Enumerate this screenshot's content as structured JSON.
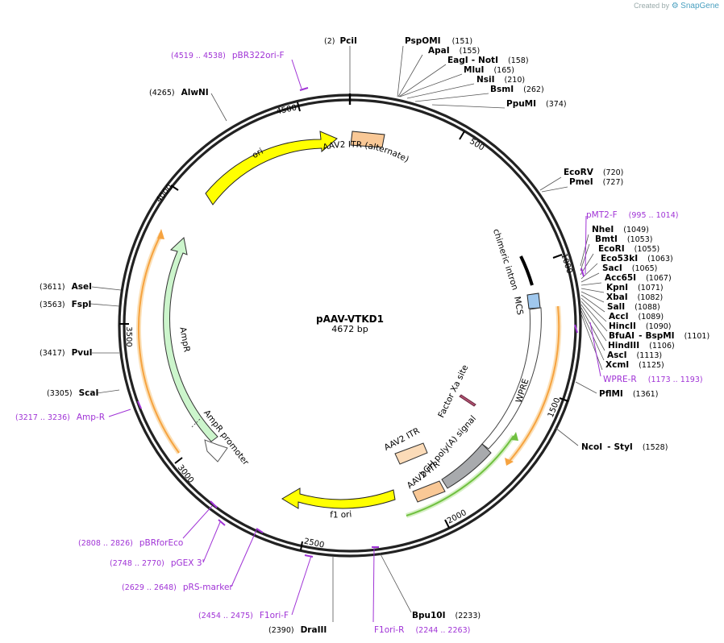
{
  "credit": {
    "prefix": "Created by",
    "brand": "SnapGene"
  },
  "plasmid": {
    "name": "pAAV-VTKD1",
    "size_label": "4672 bp",
    "length": 4672
  },
  "ticks": [
    "500",
    "1000",
    "1500",
    "2000",
    "2500",
    "3000",
    "3500",
    "4000",
    "4500"
  ],
  "enzymes": [
    {
      "name": "PciI",
      "pos": "(2)"
    },
    {
      "name": "PspOMI",
      "pos": "(151)"
    },
    {
      "name": "ApaI",
      "pos": "(155)"
    },
    {
      "name": "EagI",
      "name2": "NotI",
      "pos": "(158)"
    },
    {
      "name": "MluI",
      "pos": "(165)"
    },
    {
      "name": "NsiI",
      "pos": "(210)"
    },
    {
      "name": "BsmI",
      "pos": "(262)"
    },
    {
      "name": "PpuMI",
      "pos": "(374)"
    },
    {
      "name": "EcoRV",
      "pos": "(720)"
    },
    {
      "name": "PmeI",
      "pos": "(727)"
    },
    {
      "name": "NheI",
      "pos": "(1049)"
    },
    {
      "name": "BmtI",
      "pos": "(1053)"
    },
    {
      "name": "EcoRI",
      "pos": "(1055)"
    },
    {
      "name": "Eco53kI",
      "pos": "(1063)"
    },
    {
      "name": "SacI",
      "pos": "(1065)"
    },
    {
      "name": "Acc65I",
      "pos": "(1067)"
    },
    {
      "name": "KpnI",
      "pos": "(1071)"
    },
    {
      "name": "XbaI",
      "pos": "(1082)"
    },
    {
      "name": "SalI",
      "pos": "(1088)"
    },
    {
      "name": "AccI",
      "pos": "(1089)"
    },
    {
      "name": "HincII",
      "pos": "(1090)"
    },
    {
      "name": "BfuAI",
      "name2": "BspMI",
      "pos": "(1101)"
    },
    {
      "name": "HindIII",
      "pos": "(1106)"
    },
    {
      "name": "AscI",
      "pos": "(1113)"
    },
    {
      "name": "XcmI",
      "pos": "(1125)"
    },
    {
      "name": "PflMI",
      "pos": "(1361)"
    },
    {
      "name": "NcoI",
      "name2": "StyI",
      "pos": "(1528)"
    },
    {
      "name": "Bpu10I",
      "pos": "(2233)"
    },
    {
      "name": "DraIII",
      "pos": "(2390)"
    },
    {
      "name": "ScaI",
      "pos": "(3305)"
    },
    {
      "name": "PvuI",
      "pos": "(3417)"
    },
    {
      "name": "FspI",
      "pos": "(3563)"
    },
    {
      "name": "AseI",
      "pos": "(3611)"
    },
    {
      "name": "AlwNI",
      "pos": "(4265)"
    }
  ],
  "primers": [
    {
      "name": "pBR322ori-F",
      "range": "(4519 .. 4538)"
    },
    {
      "name": "pMT2-F",
      "range": "(995 .. 1014)"
    },
    {
      "name": "WPRE-R",
      "range": "(1173 .. 1193)"
    },
    {
      "name": "Amp-R",
      "range": "(3217 .. 3236)"
    },
    {
      "name": "pBRforEco",
      "range": "(2808 .. 2826)"
    },
    {
      "name": "pGEX 3'",
      "range": "(2748 .. 2770)"
    },
    {
      "name": "pRS-marker",
      "range": "(2629 .. 2648)"
    },
    {
      "name": "F1ori-F",
      "range": "(2454 .. 2475)"
    },
    {
      "name": "F1ori-R",
      "range": "(2244 .. 2263)"
    }
  ],
  "features": [
    {
      "name": "AAV2 ITR (alternate)",
      "color": "#f9c896"
    },
    {
      "name": "ori",
      "color": "#ffff00"
    },
    {
      "name": "chimeric intron",
      "color": "#000000"
    },
    {
      "name": "MCS",
      "color": "#a0c8ee"
    },
    {
      "name": "WPRE",
      "color": "#ffffff"
    },
    {
      "name": "Factor Xa site",
      "color": "#b05070"
    },
    {
      "name": "bGH poly(A) signal",
      "color": "#a8aaad"
    },
    {
      "name": "AAV2 ITR",
      "color": "#f9c896"
    },
    {
      "name": "AAV2 ITR",
      "color": "#fbdbb8"
    },
    {
      "name": "f1 ori",
      "color": "#ffff00"
    },
    {
      "name": "AmpR",
      "color": "#ccf5cc"
    },
    {
      "name": "AmpR promoter",
      "color": "#ffffff"
    }
  ],
  "colors": {
    "primer": "#a033d6",
    "orf_orange": "#f6a340",
    "orf_green": "#70c040",
    "backbone": "#222222"
  }
}
